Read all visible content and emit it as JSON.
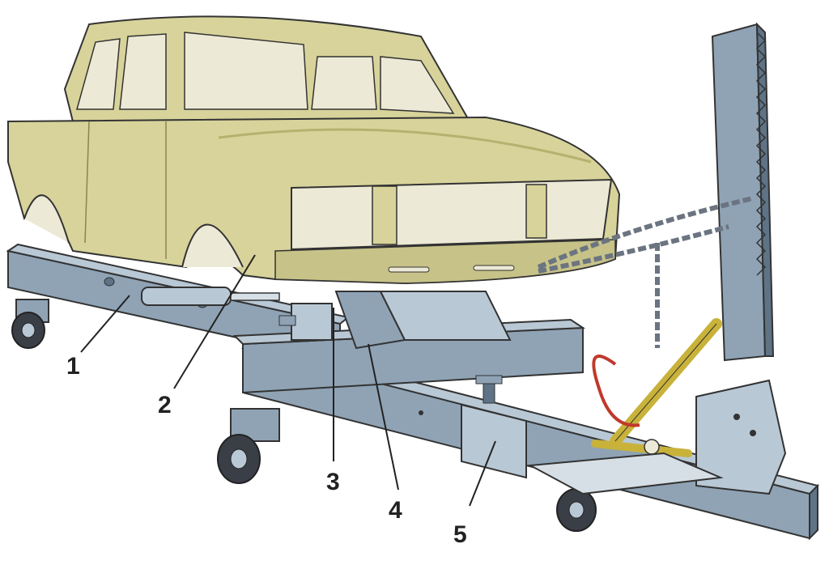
{
  "callouts": [
    {
      "label": "1"
    },
    {
      "label": "2"
    },
    {
      "label": "3"
    },
    {
      "label": "4"
    },
    {
      "label": "5"
    }
  ],
  "colors": {
    "body": "#d8d39a",
    "body_shadow": "#b7b170",
    "glass": "#ece9d6",
    "steel": "#8fa3b5",
    "steel_dark": "#5f7386",
    "steel_light": "#b9c8d5",
    "chain": "#6b7480",
    "hydraulic": "#c8b23a",
    "hose": "#c0392b",
    "wheel": "#3a3f47",
    "outline": "#333333"
  }
}
